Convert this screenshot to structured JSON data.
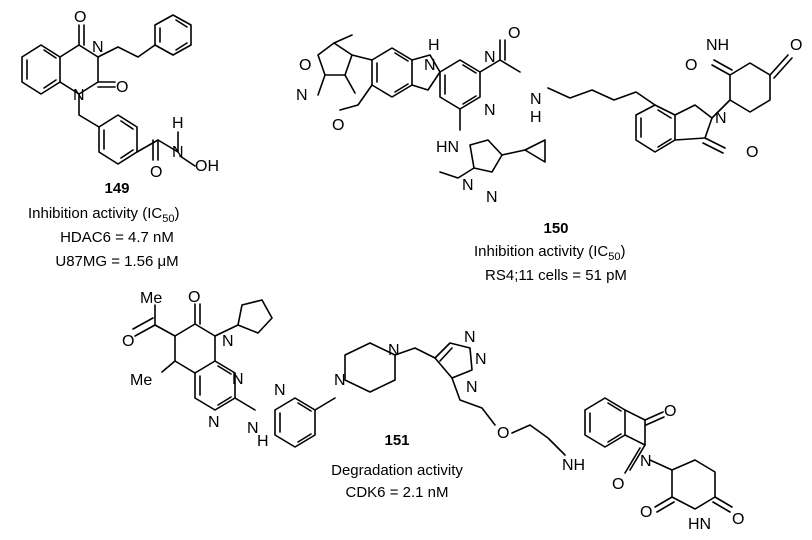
{
  "compounds": [
    {
      "number": "149",
      "activity_title": "Inhibition activity (IC",
      "activity_sub": "50",
      "activity_close": ")",
      "values": [
        "HDAC6 = 4.7 nM",
        "U87MG = 1.56 μM"
      ]
    },
    {
      "number": "150",
      "activity_title": "Inhibition activity (IC",
      "activity_sub": "50",
      "activity_close": ")",
      "values": [
        "RS4;11 cells = 51 pM"
      ]
    },
    {
      "number": "151",
      "activity_title": "Degradation activity",
      "values": [
        "CDK6 = 2.1 nM"
      ]
    }
  ],
  "atoms": {
    "O": "O",
    "N": "N",
    "H": "H",
    "NH": "NH",
    "HN": "HN",
    "OH": "OH",
    "Me": "Me"
  }
}
